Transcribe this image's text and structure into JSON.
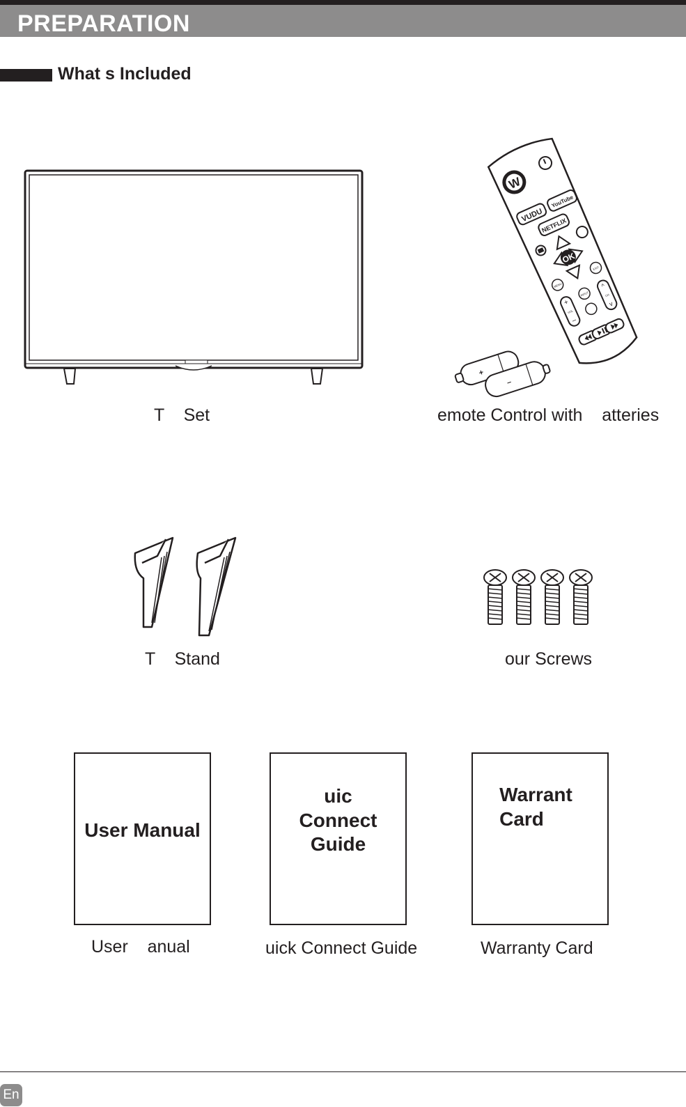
{
  "header": {
    "title": "PREPARATION"
  },
  "section": {
    "title": "What s Included"
  },
  "items": {
    "tv_set": {
      "caption": "T    Set"
    },
    "remote": {
      "caption": "emote Control with    atteries",
      "buttons": {
        "vudu": "VUDU",
        "youtube": "YouTube",
        "netflix": "NETFLIX",
        "ok": "OK",
        "menu": "MENU",
        "exit": "EXIT",
        "input": "INPUT",
        "vol": "VOL",
        "ch": "CH"
      }
    },
    "tv_stand": {
      "caption": "T    Stand"
    },
    "screws": {
      "caption": "our Screws",
      "count": 4
    },
    "user_manual": {
      "cover_text": "User Manual",
      "caption": "User    anual"
    },
    "quick_guide": {
      "cover_text": "uic\nConnect\nGuide",
      "caption": "uick Connect Guide"
    },
    "warranty": {
      "cover_text": "Warrant\n  Card",
      "caption": "Warranty Card"
    }
  },
  "footer": {
    "language": "En"
  },
  "colors": {
    "header_band": "#8d8c8c",
    "ink": "#231f20"
  }
}
